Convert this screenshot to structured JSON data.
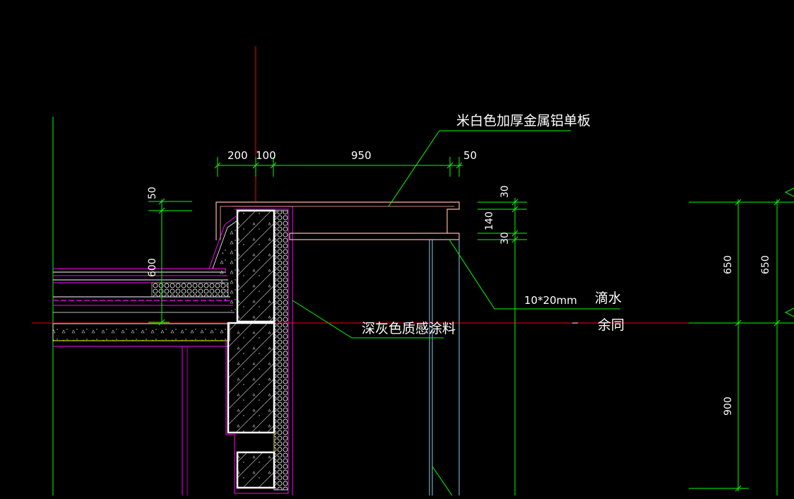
{
  "drawing": {
    "background": "#000000",
    "colors": {
      "dimension": "#00ff00",
      "leader": "#00ff00",
      "wall_outline": "#ffffff",
      "panel": "#ffb3a3",
      "magenta": "#ff00ff",
      "red": "#ff0000",
      "yellow": "#ffff00",
      "cyan": "#87ceeb",
      "text": "#ffffff"
    },
    "labels": {
      "panel_callout": "米白色加厚金属铝单板",
      "coating_callout": "深灰色质感涂料",
      "drip_size": "10*20mm",
      "drip_label": "滴水",
      "same_label": "余同"
    },
    "dims": {
      "d200": "200",
      "d100": "100",
      "d950": "950",
      "d50_top": "50",
      "d50_left": "50",
      "d600": "600",
      "d30_upper": "30",
      "d140": "140",
      "d30_lower": "30",
      "d650_a": "650",
      "d650_b": "650",
      "d900": "900"
    }
  }
}
